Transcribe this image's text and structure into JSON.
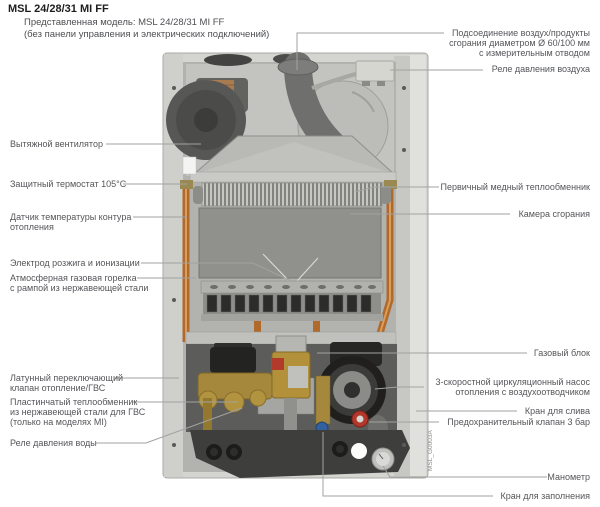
{
  "header": {
    "title": "MSL 24/28/31 MI FF",
    "subtitle_line1": "Представленная модель: MSL 24/28/31 MI FF",
    "subtitle_line2": "(без панели управления и электрических подключений)"
  },
  "drawing_code": "MSL_G0003A",
  "labels": {
    "left": [
      {
        "id": "exhaust-fan",
        "lines": [
          "Вытяжной вентилятор"
        ]
      },
      {
        "id": "safety-thermostat",
        "lines": [
          "Защитный термостат 105°C"
        ]
      },
      {
        "id": "heating-temp-sensor",
        "lines": [
          "Датчик температуры контура",
          "отопления"
        ]
      },
      {
        "id": "ignition-electrode",
        "lines": [
          "Электрод розжига и ионизации"
        ]
      },
      {
        "id": "atmospheric-burner",
        "lines": [
          "Атмосферная газовая горелка",
          "с рампой из нержавеющей стали"
        ]
      },
      {
        "id": "brass-diverter-valve",
        "lines": [
          "Латунный переключающий",
          "клапан отопление/ГВС"
        ]
      },
      {
        "id": "plate-heat-exchanger",
        "lines": [
          "Пластинчатый теплообменник",
          "из нержавеющей стали для ГВС",
          "(только на моделях MI)"
        ]
      },
      {
        "id": "water-pressure-switch",
        "lines": [
          "Реле давления воды"
        ]
      }
    ],
    "right": [
      {
        "id": "air-flue-connection",
        "lines": [
          "Подсоединение воздух/продукты",
          "сгорания диаметром Ø 60/100 мм",
          "с измерительным отводом"
        ]
      },
      {
        "id": "air-pressure-switch",
        "lines": [
          "Реле давления воздуха"
        ]
      },
      {
        "id": "primary-heat-exchanger",
        "lines": [
          "Первичный медный теплообменник"
        ]
      },
      {
        "id": "combustion-chamber",
        "lines": [
          "Камера сгорания"
        ]
      },
      {
        "id": "gas-valve",
        "lines": [
          "Газовый блок"
        ]
      },
      {
        "id": "circulation-pump",
        "lines": [
          "3-скоростной циркуляционный насос",
          "отопления с воздухоотводчиком"
        ]
      },
      {
        "id": "drain-valve",
        "lines": [
          "Кран для слива"
        ]
      },
      {
        "id": "safety-valve",
        "lines": [
          "Предохранительный клапан 3 бар"
        ]
      },
      {
        "id": "manometer",
        "lines": [
          "Манометр"
        ]
      },
      {
        "id": "fill-valve",
        "lines": [
          "Кран для заполнения"
        ]
      }
    ]
  },
  "colors": {
    "leader_line": "#a2a29e",
    "label_text": "#55565a",
    "copper_pipe": "#b06a2c",
    "brass_part": "#a5883c",
    "safety_valve_red": "#b3372b",
    "fill_knob_blue": "#33609f",
    "casing_gray": "#d4d4d0"
  }
}
